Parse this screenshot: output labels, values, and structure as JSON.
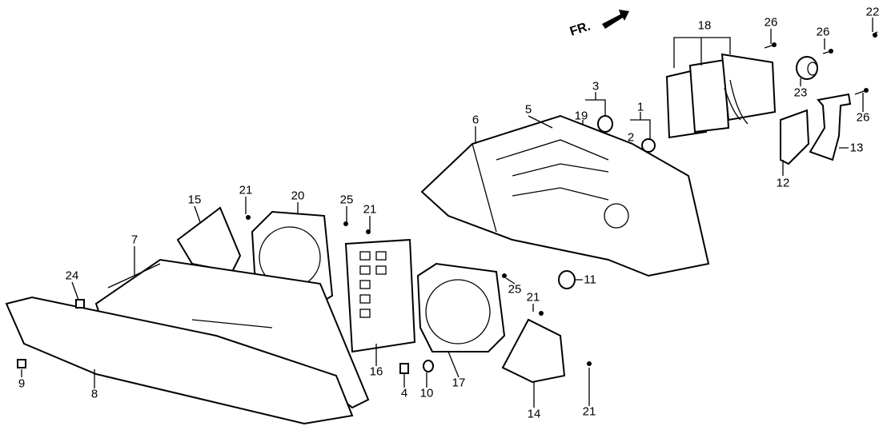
{
  "direction_marker": "FR.",
  "callouts": [
    "22",
    "18",
    "26",
    "26",
    "26",
    "23",
    "13",
    "12",
    "3",
    "19",
    "1",
    "2",
    "6",
    "5",
    "11",
    "21",
    "21",
    "21",
    "21",
    "20",
    "15",
    "25",
    "25",
    "7",
    "24",
    "16",
    "17",
    "10",
    "4",
    "14",
    "9",
    "8"
  ]
}
